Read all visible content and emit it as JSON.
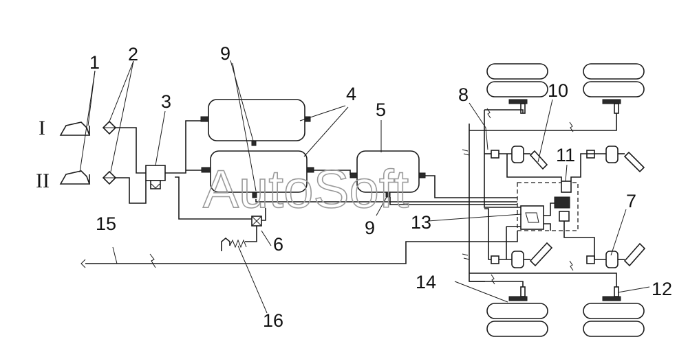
{
  "labels": {
    "n1": "1",
    "n2": "2",
    "n3": "3",
    "n4": "4",
    "n5": "5",
    "n6": "6",
    "n7": "7",
    "n8": "8",
    "n9a": "9",
    "n9b": "9",
    "n10": "10",
    "n11": "11",
    "n12": "12",
    "n13": "13",
    "n14": "14",
    "n15": "15",
    "n16": "16"
  },
  "circuits": {
    "first": "I",
    "second": "II"
  },
  "watermark": "AutoSoft"
}
